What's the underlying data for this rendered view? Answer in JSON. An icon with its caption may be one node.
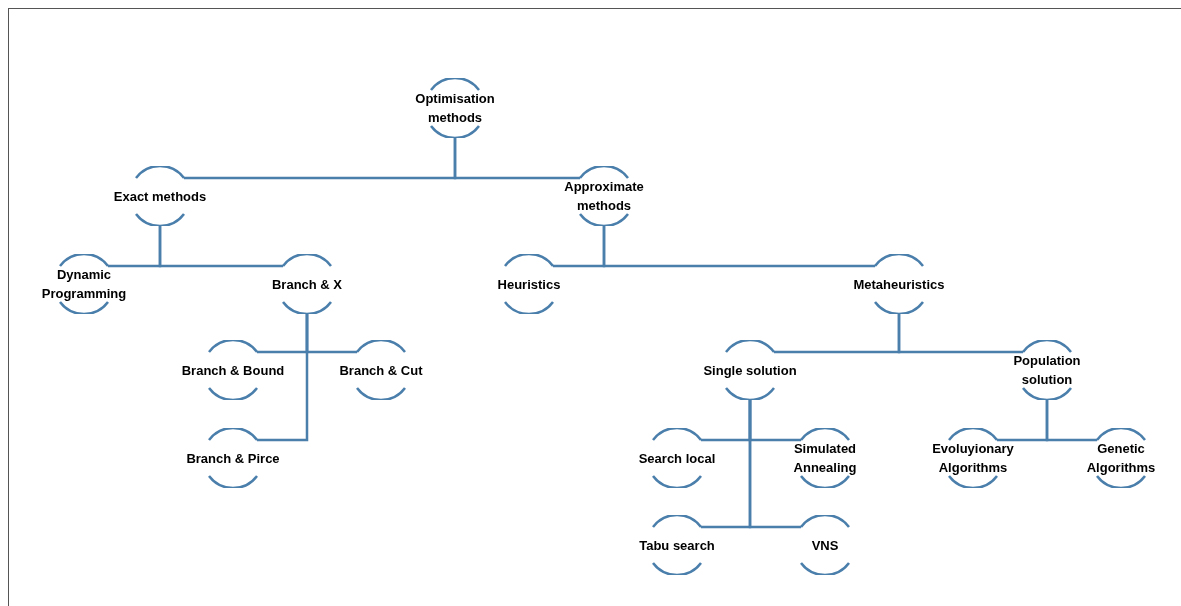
{
  "diagram": {
    "nodes": [
      {
        "text": [
          "Optimisation methods"
        ]
      },
      {
        "text": [
          "Exact methods"
        ]
      },
      {
        "text": [
          "Approximate methods"
        ]
      },
      {
        "text": [
          "Dynamic Programming"
        ]
      },
      {
        "text": [
          "Branch & X"
        ]
      },
      {
        "text": [
          "Heuristics"
        ]
      },
      {
        "text": [
          "Metaheuristics"
        ]
      },
      {
        "text": [
          "Branch & Bound"
        ]
      },
      {
        "text": [
          "Branch & Cut"
        ]
      },
      {
        "text": [
          "Branch & Pirce"
        ]
      },
      {
        "text": [
          "Single solution"
        ]
      },
      {
        "text": [
          "Population solution"
        ]
      },
      {
        "text": [
          "Search local"
        ]
      },
      {
        "text": [
          "Simulated Annealing"
        ]
      },
      {
        "text": [
          "Evoluyionary Algorithms"
        ]
      },
      {
        "text": [
          "Genetic Algorithms"
        ]
      },
      {
        "text": [
          "Tabu search"
        ]
      },
      {
        "text": [
          "VNS"
        ]
      }
    ],
    "edges": [
      {
        "from": 0,
        "to": 1,
        "arrow": "none"
      },
      {
        "from": 0,
        "to": 2,
        "arrow": "none"
      },
      {
        "from": 1,
        "to": 3,
        "arrow": "none"
      },
      {
        "from": 1,
        "to": 4,
        "arrow": "none"
      },
      {
        "from": 2,
        "to": 5,
        "arrow": "none"
      },
      {
        "from": 2,
        "to": 6,
        "arrow": "none"
      },
      {
        "from": 4,
        "to": 7,
        "arrow": "none"
      },
      {
        "from": 4,
        "to": 8,
        "arrow": "none"
      },
      {
        "from": 4,
        "to": 9,
        "arrow": "none"
      },
      {
        "from": 6,
        "to": 10,
        "arrow": "none"
      },
      {
        "from": 6,
        "to": 11,
        "arrow": "none"
      },
      {
        "from": 10,
        "to": 12,
        "arrow": "none"
      },
      {
        "from": 10,
        "to": 13,
        "arrow": "none"
      },
      {
        "from": 10,
        "to": 16,
        "arrow": "none"
      },
      {
        "from": 10,
        "to": 17,
        "arrow": "none"
      },
      {
        "from": 11,
        "to": 14,
        "arrow": "none"
      },
      {
        "from": 11,
        "to": 15,
        "arrow": "none"
      }
    ]
  }
}
